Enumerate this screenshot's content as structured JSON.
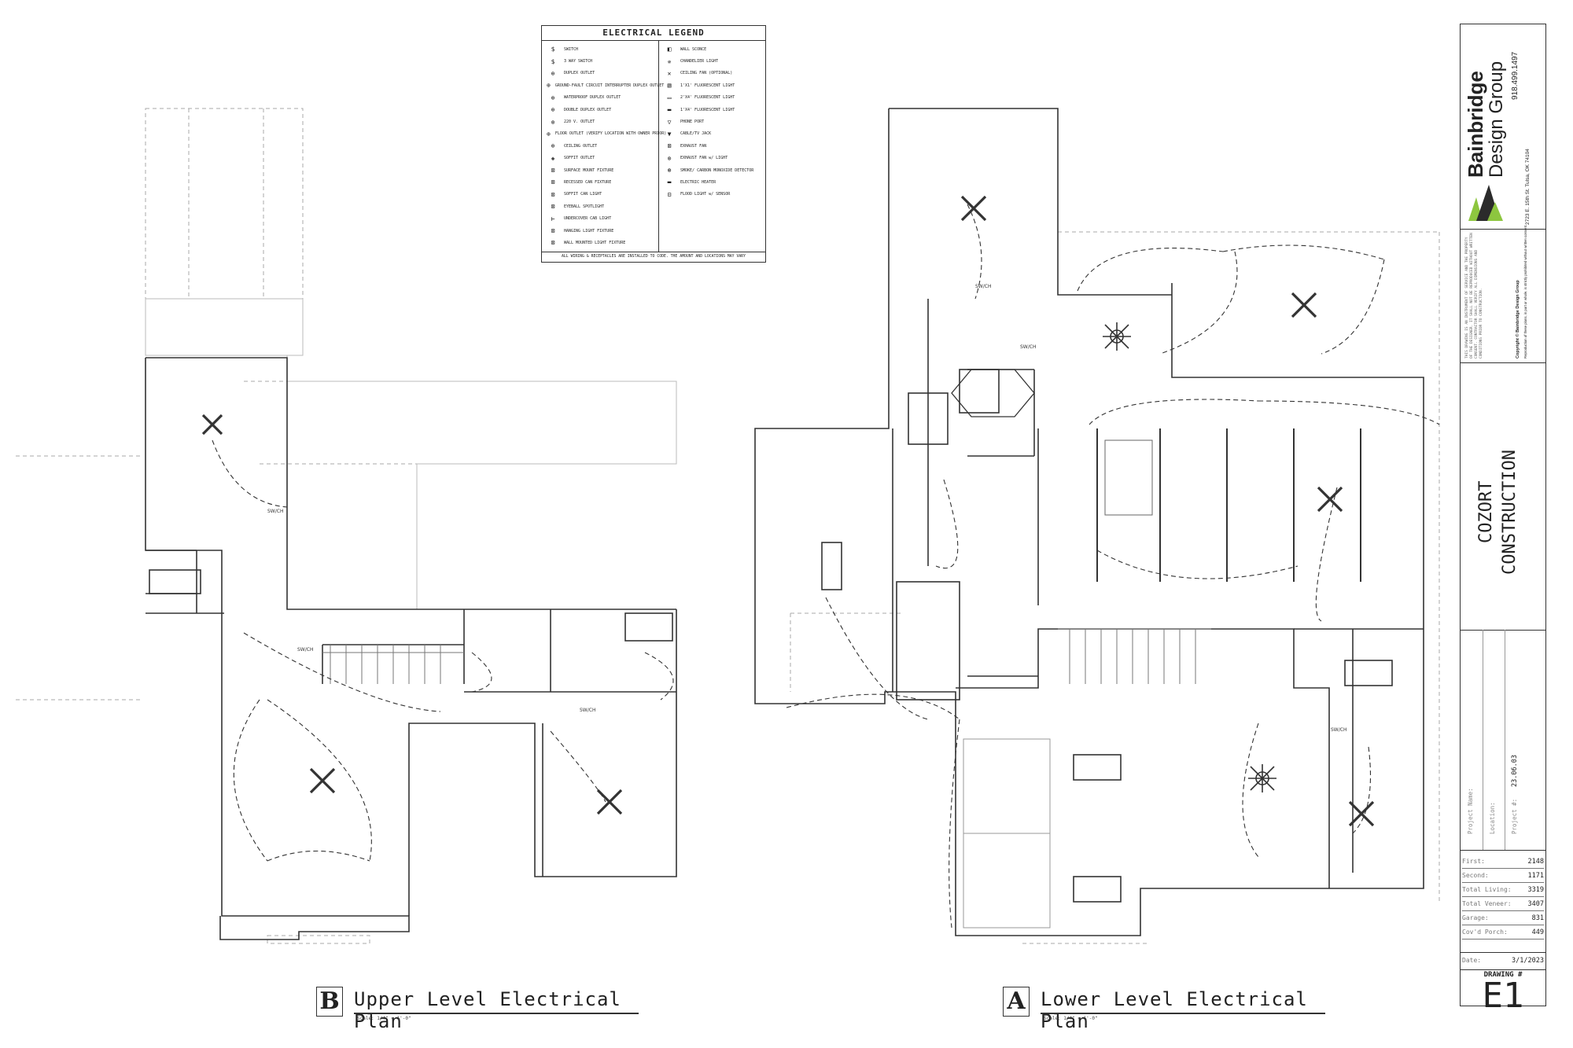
{
  "legend": {
    "title": "ELECTRICAL LEGEND",
    "left_items": [
      {
        "icon": "switch-icon",
        "glyph": "$",
        "label": "SWITCH"
      },
      {
        "icon": "3-way-switch-icon",
        "glyph": "$",
        "label": "3 WAY SWITCH"
      },
      {
        "icon": "duplex-outlet-icon",
        "glyph": "⊕",
        "label": "DUPLEX OUTLET"
      },
      {
        "icon": "gfci-outlet-icon",
        "glyph": "⊕",
        "label": "GROUND-FAULT CIRCUIT INTERRUPTER DUPLEX OUTLET"
      },
      {
        "icon": "waterproof-outlet-icon",
        "glyph": "⊕",
        "label": "WATERPROOF DUPLEX OUTLET"
      },
      {
        "icon": "double-duplex-icon",
        "glyph": "⊕",
        "label": "DOUBLE DUPLEX OUTLET"
      },
      {
        "icon": "220v-outlet-icon",
        "glyph": "⊗",
        "label": "220 V. OUTLET"
      },
      {
        "icon": "floor-outlet-icon",
        "glyph": "⊕",
        "label": "FLOOR OUTLET (VERIFY LOCATION WITH OWNER PRIOR)"
      },
      {
        "icon": "ceiling-outlet-icon",
        "glyph": "⊕",
        "label": "CEILING OUTLET"
      },
      {
        "icon": "soffit-outlet-icon",
        "glyph": "◈",
        "label": "SOFFIT OUTLET"
      },
      {
        "icon": "surface-fixture-icon",
        "glyph": "⊠",
        "label": "SURFACE MOUNT FIXTURE"
      },
      {
        "icon": "recessed-fixture-icon",
        "glyph": "⊠",
        "label": "RECESSED CAN FIXTURE"
      },
      {
        "icon": "soffit-can-icon",
        "glyph": "⊠",
        "label": "SOFFIT CAN LIGHT"
      },
      {
        "icon": "eyeball-spot-icon",
        "glyph": "⊠",
        "label": "EYEBALL SPOTLIGHT"
      },
      {
        "icon": "undercab-icon",
        "glyph": "⊢",
        "label": "UNDERCOVER CAB LIGHT"
      },
      {
        "icon": "hanging-fixture-icon",
        "glyph": "⊠",
        "label": "HANGING LIGHT FIXTURE"
      },
      {
        "icon": "wall-mount-icon",
        "glyph": "⊠",
        "label": "WALL MOUNTED LIGHT FIXTURE"
      }
    ],
    "right_items": [
      {
        "icon": "wall-sconce-icon",
        "glyph": "◧",
        "label": "WALL SCONCE"
      },
      {
        "icon": "chandelier-icon",
        "glyph": "✵",
        "label": "CHANDELIER LIGHT"
      },
      {
        "icon": "ceiling-fan-icon",
        "glyph": "✕",
        "label": "CEILING FAN (OPTIONAL)"
      },
      {
        "icon": "fluorescent-1-icon",
        "glyph": "▧",
        "label": "1'X1' FLUORESCENT LIGHT"
      },
      {
        "icon": "fluorescent-2-icon",
        "glyph": "▭",
        "label": "2'X4' FLUORESCENT LIGHT"
      },
      {
        "icon": "fluorescent-3-icon",
        "glyph": "▬",
        "label": "1'X4' FLUORESCENT LIGHT"
      },
      {
        "icon": "phone-port-icon",
        "glyph": "▽",
        "label": "PHONE PORT"
      },
      {
        "icon": "cable-jack-icon",
        "glyph": "▼",
        "label": "CABLE/TV JACK"
      },
      {
        "icon": "exhaust-fan-icon",
        "glyph": "⊠",
        "label": "EXHAUST FAN"
      },
      {
        "icon": "exhaust-fan-light-icon",
        "glyph": "⊗",
        "label": "EXHAUST FAN w/ LIGHT"
      },
      {
        "icon": "smoke-detector-icon",
        "glyph": "⊛",
        "label": "SMOKE/ CARBON MONOXIDE DETECTOR"
      },
      {
        "icon": "electric-heater-icon",
        "glyph": "▬",
        "label": "ELECTRIC HEATER"
      },
      {
        "icon": "flood-light-icon",
        "glyph": "⊟",
        "label": "FLOOD LIGHT w/ SENSOR"
      }
    ],
    "footnote": "ALL WIRING & RECEPTACLES ARE INSTALLED TO CODE. THE AMOUNT AND LOCATIONS MAY VARY"
  },
  "plans": {
    "upper": {
      "badge": "B",
      "title": "Upper Level Electrical Plan",
      "scale": "Scale: 1/4\" = 1'-0\""
    },
    "lower": {
      "badge": "A",
      "title": "Lower Level Electrical Plan",
      "scale": "Scale: 1/4\" = 1'-0\""
    }
  },
  "plan_labels": {
    "switch_tag": "SW/CH"
  },
  "title_block": {
    "firm_line1": "Bainbridge",
    "firm_line2": "Design Group",
    "phone": "918.499.1497",
    "address": "2723 E. 15th St. Tulsa, OK 74104",
    "copyright": "Copyright © Bainbridge Design Group",
    "copyright_sub": "Reproduction of these plans, in part or whole, is strictly prohibited without written consent.",
    "disclaimer": "THIS DRAWING IS AN INSTRUMENT OF SERVICE AND THE PROPERTY OF THE DESIGNER. IT SHALL NOT BE REPRODUCED WITHOUT WRITTEN CONSENT. CONTRACTOR SHALL VERIFY ALL DIMENSIONS AND CONDITIONS PRIOR TO CONSTRUCTION.",
    "client_line1": "COZORT",
    "client_line2": "CONSTRUCTION",
    "project_name_label": "Project Name:",
    "location_label": "Location:",
    "project_no_label": "Project #:",
    "project_no": "23.06.03",
    "stats": [
      {
        "k": "First:",
        "v": "2148"
      },
      {
        "k": "Second:",
        "v": "1171"
      },
      {
        "k": "Total Living:",
        "v": "3319"
      },
      {
        "k": "Total Veneer:",
        "v": "3407"
      },
      {
        "k": "Garage:",
        "v": "831"
      },
      {
        "k": "Cov'd Porch:",
        "v": "449"
      }
    ],
    "date_label": "Date:",
    "date": "3/1/2023",
    "drawing_label": "DRAWING #",
    "drawing_no": "E1"
  },
  "colors": {
    "line": "#333333",
    "light_line": "#9a9a9a",
    "logo_green": "#8dc63f",
    "logo_dark": "#2b2b2b"
  }
}
